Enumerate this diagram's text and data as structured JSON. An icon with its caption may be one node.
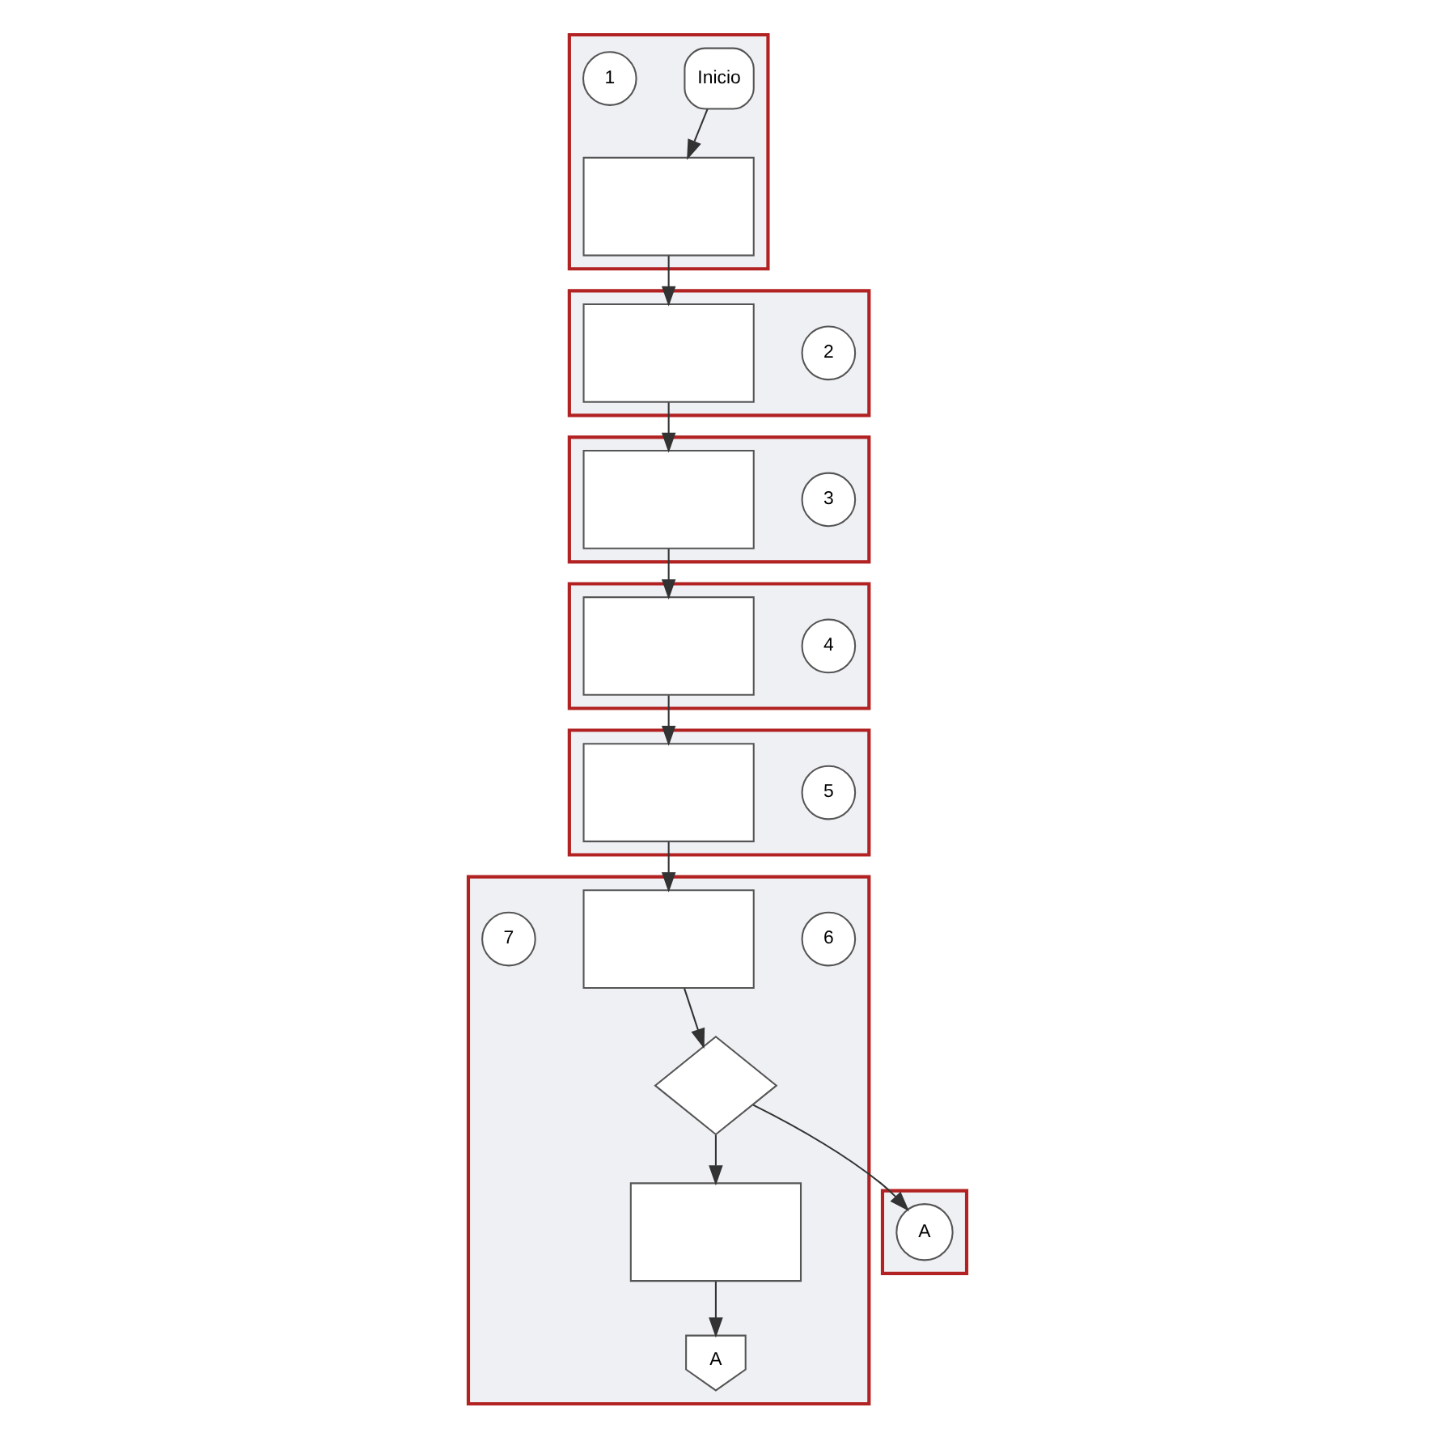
{
  "diagram": {
    "nodes": [
      {
        "text": [],
        "shape": "band"
      },
      {
        "text": [],
        "shape": "band"
      },
      {
        "text": [],
        "shape": "band"
      },
      {
        "text": [],
        "shape": "band"
      },
      {
        "text": [],
        "shape": "band"
      },
      {
        "text": [],
        "shape": "band"
      },
      {
        "text": [],
        "shape": "band"
      },
      {
        "text": [
          "Inicio"
        ],
        "in": 0
      },
      {
        "text": [
          "1"
        ],
        "in": 0
      },
      {
        "text": [],
        "shape": "box",
        "in": 0
      },
      {
        "text": [
          "2"
        ],
        "in": 1
      },
      {
        "text": [],
        "shape": "box",
        "in": 1
      },
      {
        "text": [
          "3"
        ],
        "in": 2
      },
      {
        "text": [],
        "shape": "box",
        "in": 2
      },
      {
        "text": [
          "4"
        ],
        "in": 3
      },
      {
        "text": [],
        "shape": "box",
        "in": 3
      },
      {
        "text": [
          "5"
        ],
        "in": 4
      },
      {
        "text": [],
        "shape": "box",
        "in": 4
      },
      {
        "text": [
          "6"
        ],
        "in": 5
      },
      {
        "text": [],
        "shape": "box",
        "in": 5
      },
      {
        "text": [],
        "shape": "diamond",
        "in": 5
      },
      {
        "text": [
          "A"
        ],
        "in": 6
      },
      {
        "text": [
          "7"
        ],
        "in": 5
      },
      {
        "text": [],
        "shape": "box",
        "in": 5
      },
      {
        "text": [
          "A"
        ],
        "in": 5
      }
    ],
    "edges": [
      {
        "from": 7,
        "to": 9,
        "arrow": "to"
      },
      {
        "from": 9,
        "to": 11,
        "arrow": "to"
      },
      {
        "from": 11,
        "to": 13,
        "arrow": "to"
      },
      {
        "from": 13,
        "to": 15,
        "arrow": "to"
      },
      {
        "from": 15,
        "to": 17,
        "arrow": "to"
      },
      {
        "from": 17,
        "to": 19,
        "arrow": "to"
      },
      {
        "from": 19,
        "to": 20,
        "arrow": "to"
      },
      {
        "from": 20,
        "to": 21,
        "arrow": "to"
      },
      {
        "from": 20,
        "to": 23,
        "arrow": "to"
      },
      {
        "from": 23,
        "to": 24,
        "arrow": "to"
      }
    ]
  }
}
